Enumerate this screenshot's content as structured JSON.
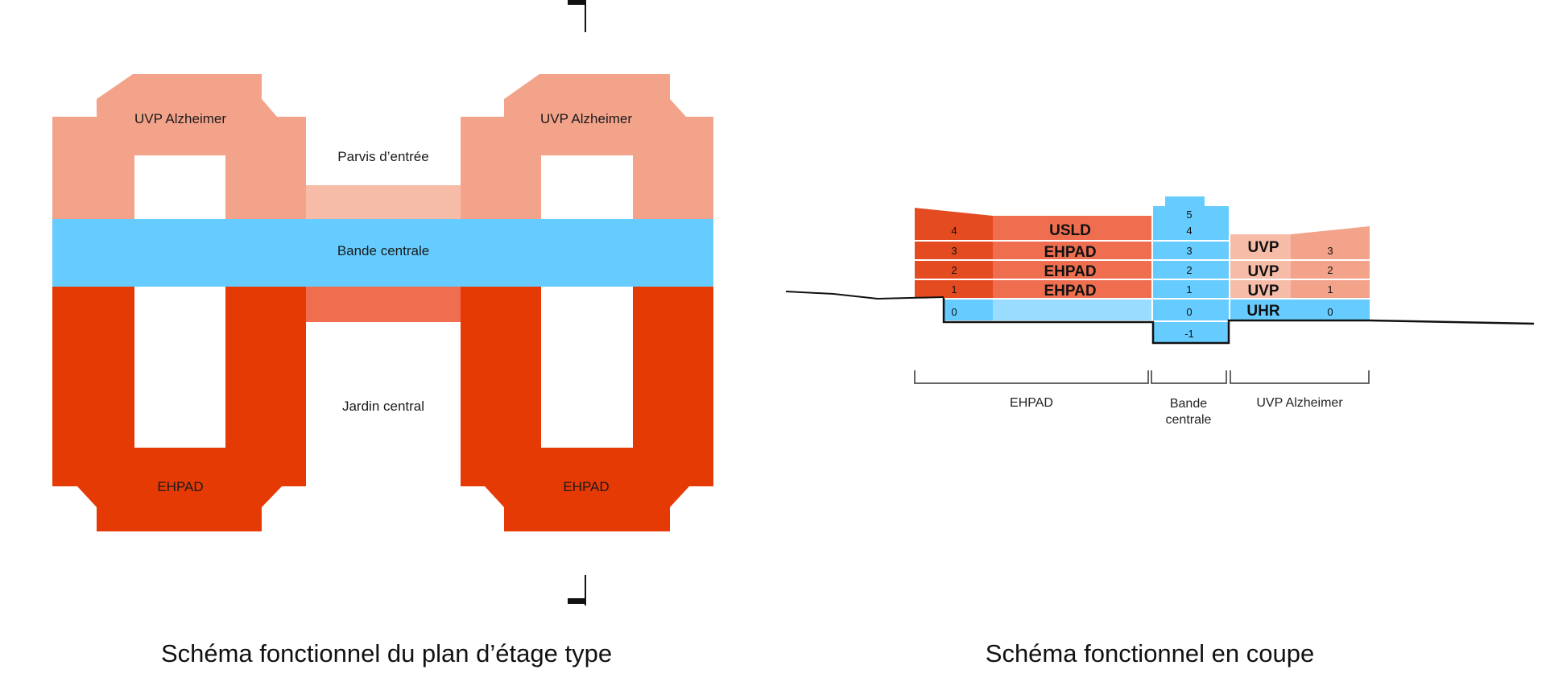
{
  "colors": {
    "uvp": "#f4a38b",
    "uvp_light": "#f7bca8",
    "ehpad": "#e63a05",
    "ehpad_mid": "#ee6e4f",
    "bande": "#66ccff",
    "bande_light": "#99dcff",
    "section_top": "#e54b21"
  },
  "plan": {
    "uvp_left": "UVP Alzheimer",
    "uvp_right": "UVP Alzheimer",
    "parvis": "Parvis d’entrée",
    "bande": "Bande centrale",
    "jardin": "Jardin central",
    "ehpad_left": "EHPAD",
    "ehpad_right": "EHPAD",
    "caption": "Schéma fonctionnel du plan d’étage type"
  },
  "section": {
    "caption": "Schéma fonctionnel en coupe",
    "ehpad_levels": [
      "4",
      "3",
      "2",
      "1",
      "0"
    ],
    "ehpad_uses": [
      "USLD",
      "EHPAD",
      "EHPAD",
      "EHPAD"
    ],
    "bande_levels": [
      "5",
      "4",
      "3",
      "2",
      "1",
      "0",
      "-1"
    ],
    "uvp_uses": [
      "UVP",
      "UVP",
      "UVP",
      "UHR"
    ],
    "uvp_levels": [
      "3",
      "2",
      "1",
      "0"
    ],
    "brace_ehpad": "EHPAD",
    "brace_bande_line1": "Bande",
    "brace_bande_line2": "centrale",
    "brace_uvp": "UVP Alzheimer"
  }
}
